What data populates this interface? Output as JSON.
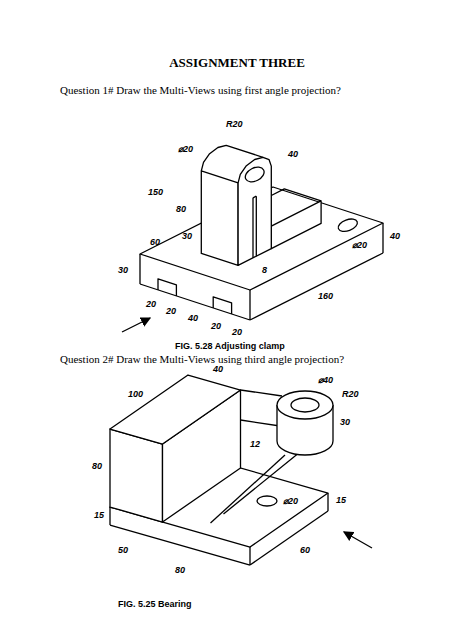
{
  "diagram": {
    "title": "ASSIGNMENT THREE",
    "labels": [
      "Question 1# Draw the Multi-Views using first angle projection?",
      "R20",
      "⌀20",
      "40",
      "150",
      "80",
      "30",
      "60",
      "30",
      "8",
      "20",
      "20",
      "40",
      "20",
      "20",
      "160",
      "40",
      "⌀20",
      "FIG. 5.28   Adjusting clamp",
      "Question 2# Draw the Multi-Views using third angle projection?",
      "100",
      "40",
      "⌀40",
      "R20",
      "30",
      "80",
      "50",
      "15",
      "⌀20",
      "15",
      "80",
      "60",
      "12",
      "FIG. 5.25   Bearing"
    ]
  }
}
